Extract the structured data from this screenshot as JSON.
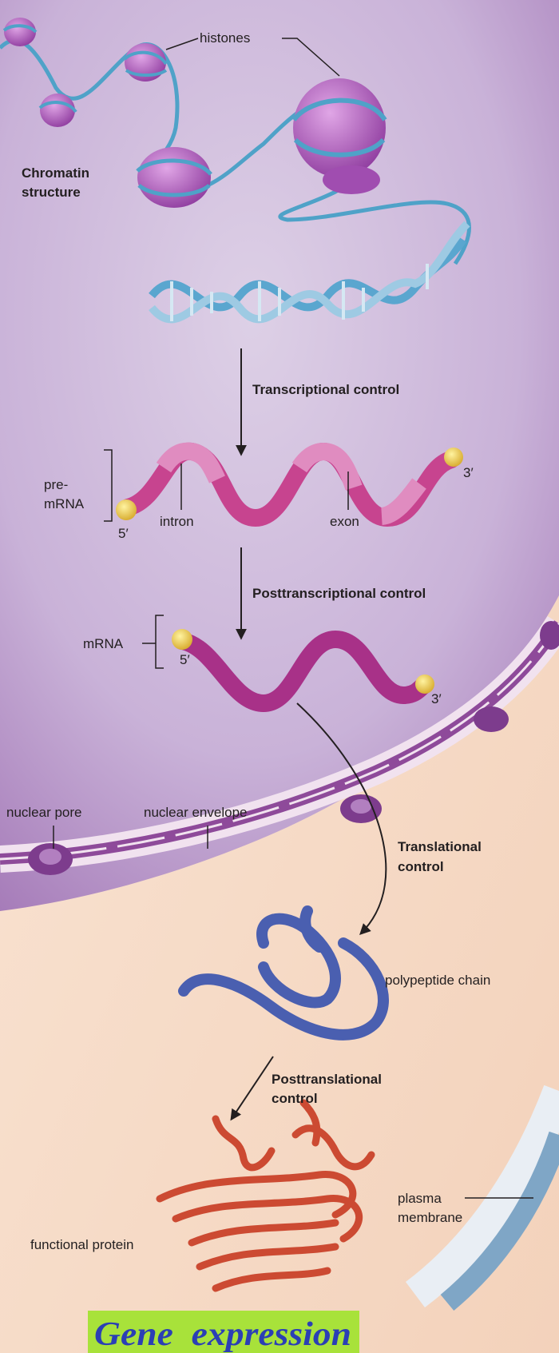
{
  "labels": {
    "histones": "histones",
    "chromatin_line1": "Chromatin",
    "chromatin_line2": "structure",
    "transcriptional": "Transcriptional control",
    "pre_mrna_line1": "pre-",
    "pre_mrna_line2": "mRNA",
    "five_prime": "5′",
    "three_prime": "3′",
    "intron": "intron",
    "exon": "exon",
    "posttranscriptional": "Posttranscriptional control",
    "mrna": "mRNA",
    "nuclear_pore": "nuclear pore",
    "nuclear_envelope": "nuclear envelope",
    "translational_line1": "Translational",
    "translational_line2": "control",
    "polypeptide": "polypeptide chain",
    "posttranslational_line1": "Posttranslational",
    "posttranslational_line2": "control",
    "plasma_line1": "plasma",
    "plasma_line2": "membrane",
    "functional_protein": "functional protein"
  },
  "title": "Gene  expression",
  "colors": {
    "nucleus": "#c9b3d9",
    "cytoplasm": "#f6dcc8",
    "envelope": "#8e4a9a",
    "histone": "#b45ec2",
    "dna": "#4fa2c8",
    "rna": "#c7448f",
    "cap": "#f0cf48",
    "polypeptide": "#4a5fb0",
    "protein": "#cc4a32",
    "membrane": "#7fa6c6",
    "title_bg": "#a8e23a",
    "title_text": "#2b3fb5"
  }
}
